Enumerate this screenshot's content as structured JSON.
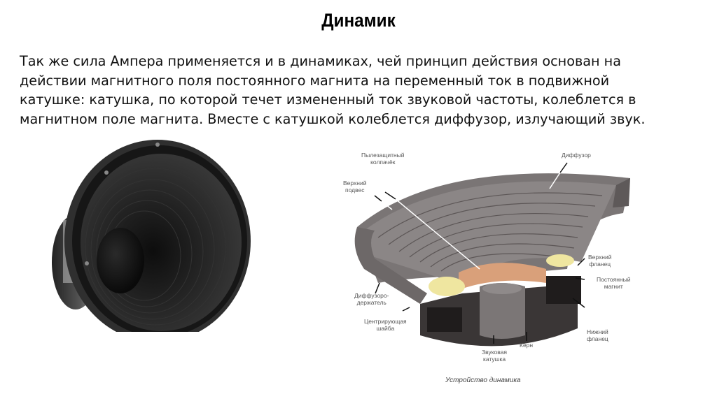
{
  "slide": {
    "title": "Динамик",
    "paragraph_lines": [
      "Так же сила Ампера применяется и в динамиках, чей принцип действия основан на",
      "действии магнитного поля постоянного магнита на переменный ток в подвижной",
      "катушке: катушка, по которой течет измененный ток звуковой частоты, колеблется в",
      "магнитном поле магнита. Вместе с катушкой колеблется диффузор, излучающий звук."
    ]
  },
  "diagram": {
    "labels": {
      "dust_cap_1": "Пылезащитный",
      "dust_cap_2": "колпачёк",
      "upper_suspension_1": "Верхний",
      "upper_suspension_2": "подвес",
      "cone": "Диффузор",
      "upper_flange_1": "Верхний",
      "upper_flange_2": "фланец",
      "magnet_1": "Постоянный",
      "magnet_2": "магнит",
      "lower_flange_1": "Нижний",
      "lower_flange_2": "фланец",
      "basket_1": "Диффузоро-",
      "basket_2": "держатель",
      "spider_1": "Центрирующая",
      "spider_2": "шайба",
      "voice_coil_1": "Звуковая",
      "voice_coil_2": "катушка",
      "pole_piece": "Керн"
    },
    "caption": "Устройство динамика"
  },
  "colors": {
    "background": "#ffffff",
    "text": "#111111",
    "speaker_dark": "#1e1e1e",
    "diagram_gray": "#6e6a6a",
    "coil_copper": "#d9a07a",
    "spider_yellow": "#efe6a0",
    "label_gray": "#555555"
  }
}
